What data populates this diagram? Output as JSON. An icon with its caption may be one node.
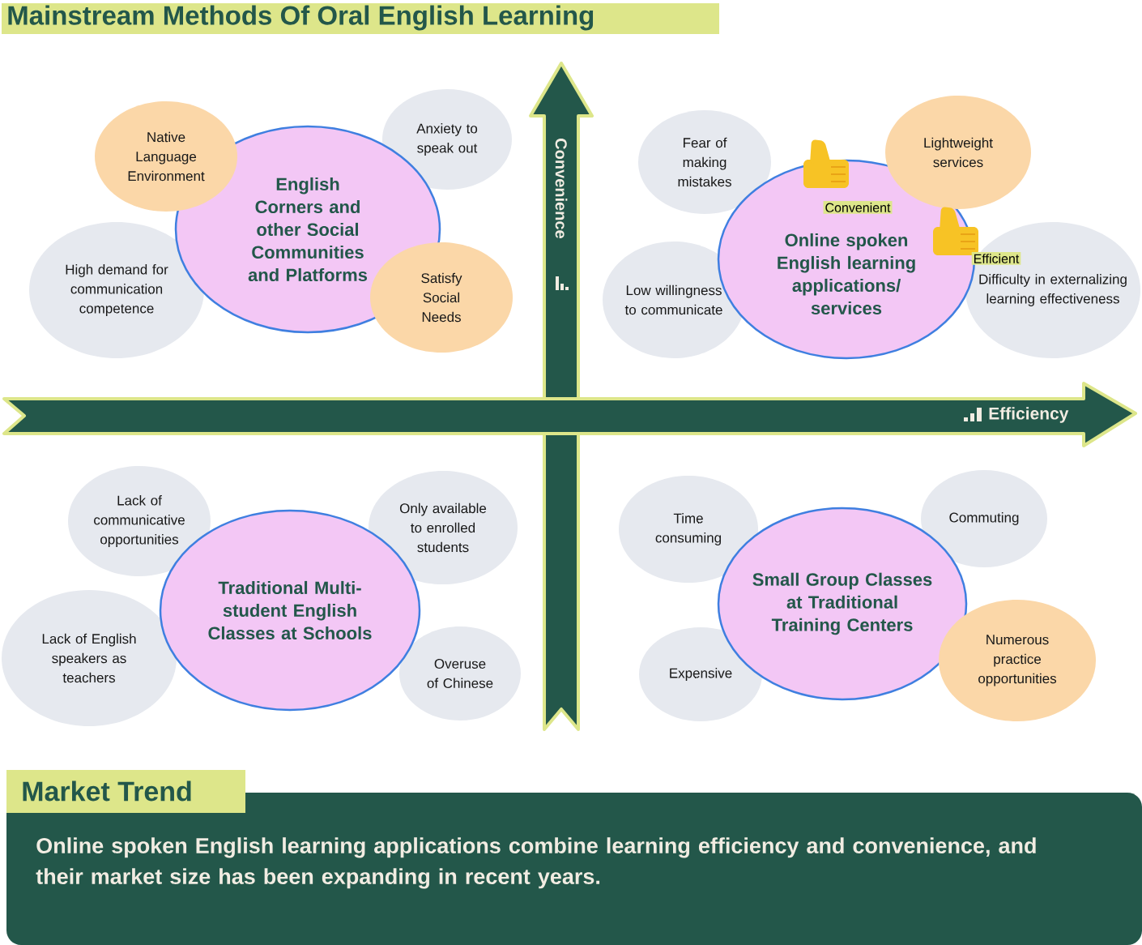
{
  "diagram": {
    "title": "Mainstream Methods Of Oral English Learning",
    "nodes": [
      {
        "text": [
          "Native Language Environment"
        ]
      },
      {
        "text": [
          "English Corners and other Social Communities and Platforms"
        ]
      },
      {
        "text": [
          "Anxiety to speak out"
        ]
      },
      {
        "text": [
          "High demand for communication competence"
        ]
      },
      {
        "text": [
          "Satisfy Social Needs"
        ]
      },
      {
        "text": [
          "Fear of making mistakes"
        ]
      },
      {
        "text": [
          "Lightweight services"
        ]
      },
      {
        "text": [
          "Online spoken English learning applications/ services"
        ]
      },
      {
        "text": [
          "Low willingness to communicate"
        ]
      },
      {
        "text": [
          "Difficulty in externalizing learning effectiveness"
        ]
      },
      {
        "text": [
          "Lack of communicative opportunities"
        ]
      },
      {
        "text": [
          "Only available to enrolled students"
        ]
      },
      {
        "text": [
          "Traditional Multi-student English Classes at Schools"
        ]
      },
      {
        "text": [
          "Lack of English speakers as teachers"
        ]
      },
      {
        "text": [
          "Overuse of Chinese"
        ]
      },
      {
        "text": [
          "Time consuming"
        ]
      },
      {
        "text": [
          "Commuting"
        ]
      },
      {
        "text": [
          "Small Group Classes at Traditional Training Centers"
        ]
      },
      {
        "text": [
          "Expensive"
        ]
      },
      {
        "text": [
          "Numerous practice opportunities"
        ]
      },
      {
        "text": [
          "Market Trend",
          "Online spoken English learning applications combine learning efficiency and convenience, and their market size has been expanding in recent years."
        ]
      }
    ],
    "labels": [
      "Convenience",
      "Efficiency",
      "Convenient",
      "Efficient"
    ]
  }
}
